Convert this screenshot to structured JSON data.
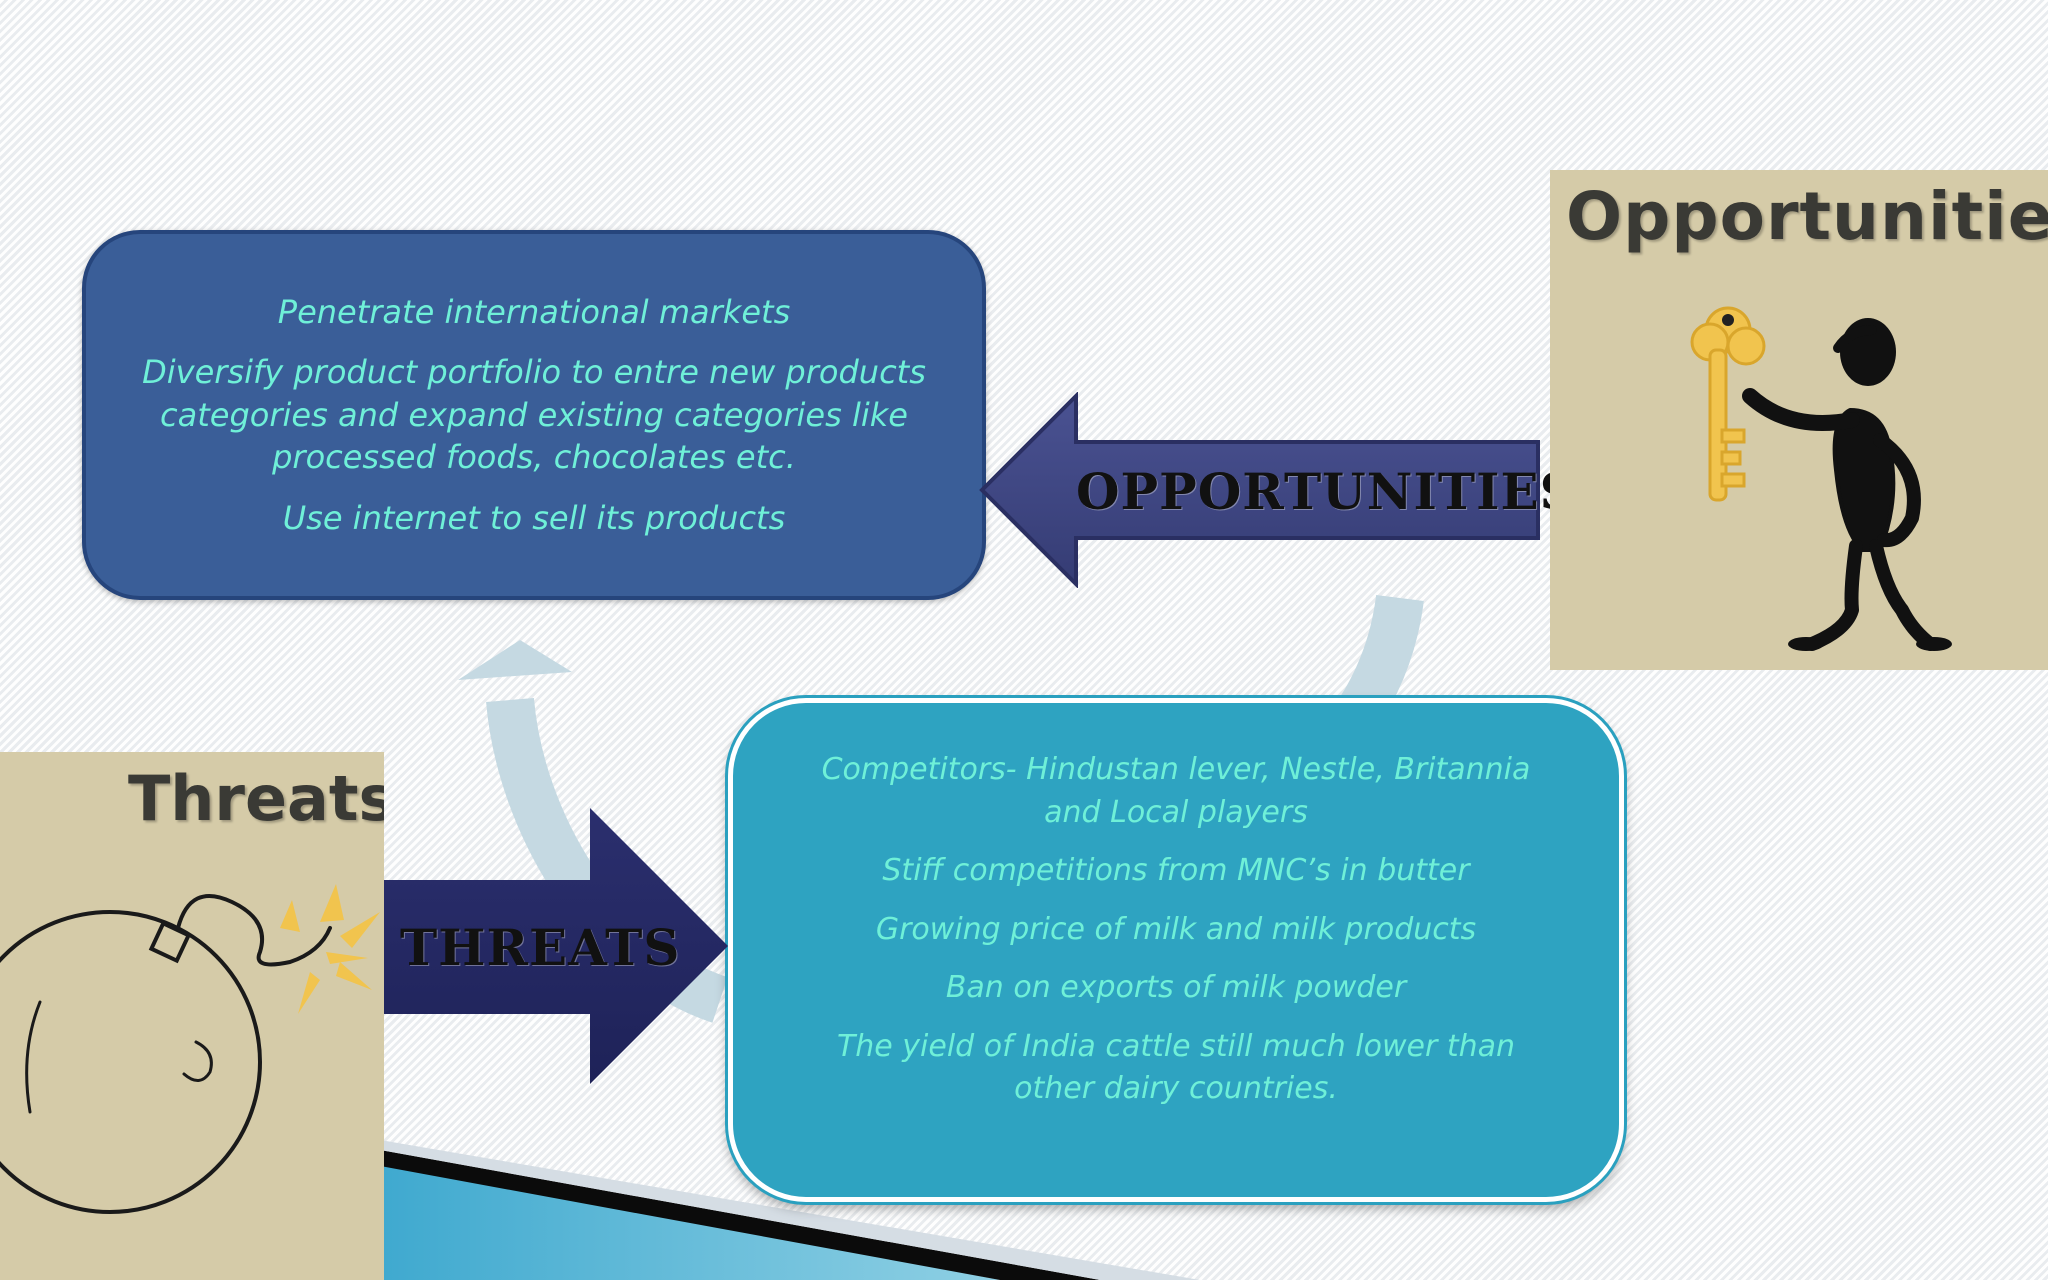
{
  "opportunities": {
    "items": [
      "Penetrate international markets",
      "Diversify product portfolio to entre new products categories and expand existing categories like processed foods, chocolates etc.",
      "Use internet to sell its products"
    ],
    "arrow_label": "OPPORTUNITIES",
    "image_title": "Opportunities"
  },
  "threats": {
    "items": [
      "Competitors- Hindustan lever, Nestle, Britannia and Local players",
      "Stiff competitions from MNC’s in butter",
      "Growing price of milk and milk products",
      "Ban on exports of milk powder",
      "The yield of India cattle still much lower than other dairy countries."
    ],
    "arrow_label": "THREATS",
    "image_title": "Threats"
  },
  "colors": {
    "opportunities_box": "#3a5e98",
    "threats_box": "#2ea3c1",
    "box_text": "#6ff0d8",
    "opportunities_arrow": "#3d4580",
    "threats_arrow": "#262a66",
    "image_panel": "#d5cba8"
  },
  "icons": {
    "opportunities_image": "person-holding-key-icon",
    "threats_image": "bomb-icon"
  }
}
